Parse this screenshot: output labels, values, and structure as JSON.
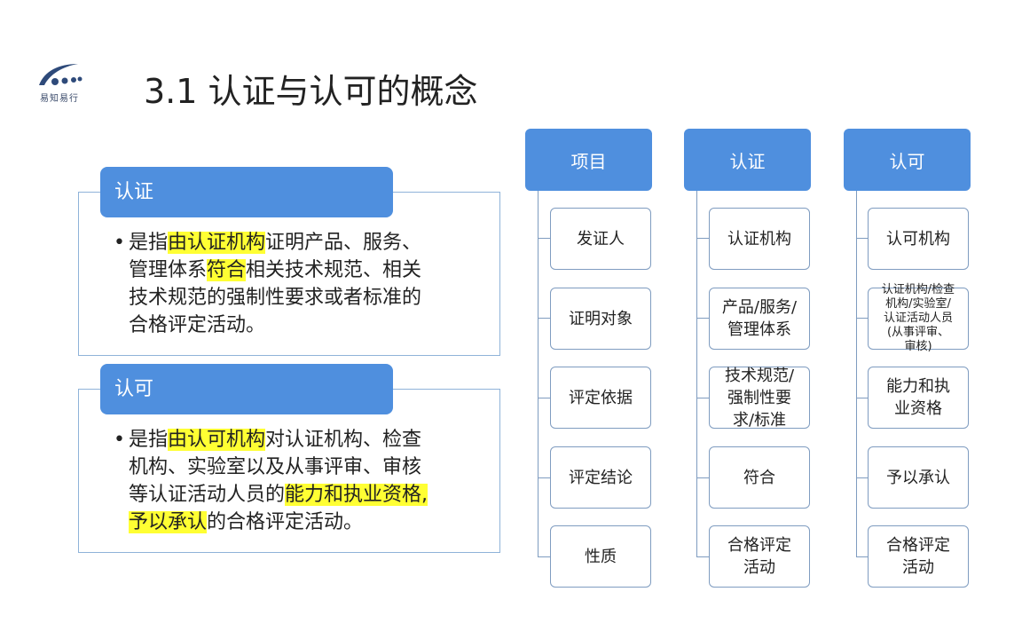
{
  "logo": {
    "text": "易知易行"
  },
  "title": "3.1  认证与认可的概念",
  "definitions": [
    {
      "tag": "认证",
      "lines": [
        [
          {
            "t": "是指"
          },
          {
            "t": "由认证机构",
            "hl": true
          },
          {
            "t": "证明产品、服务、"
          }
        ],
        [
          {
            "t": "管理体系"
          },
          {
            "t": "符合",
            "hl": true
          },
          {
            "t": "相关技术规范、相关"
          }
        ],
        [
          {
            "t": "技术规范的强制性要求或者标准的"
          }
        ],
        [
          {
            "t": "合格评定活动。"
          }
        ]
      ]
    },
    {
      "tag": "认可",
      "lines": [
        [
          {
            "t": "是指"
          },
          {
            "t": "由认可机构",
            "hl": true
          },
          {
            "t": "对认证机构、检查"
          }
        ],
        [
          {
            "t": "机构、实验室以及从事评审、审核"
          }
        ],
        [
          {
            "t": "等认证活动人员的"
          },
          {
            "t": "能力和执业资格,",
            "hl": true
          }
        ],
        [
          {
            "t": "予以承认",
            "hl": true
          },
          {
            "t": "的合格评定活动。"
          }
        ]
      ]
    }
  ],
  "columns": [
    {
      "header": "项目",
      "items": [
        "发证人",
        "证明对象",
        "评定依据",
        "评定结论",
        "性质"
      ]
    },
    {
      "header": "认证",
      "items": [
        "认证机构",
        "产品/服务/\n管理体系",
        "技术规范/\n强制性要\n求/标准",
        "符合",
        "合格评定\n活动"
      ]
    },
    {
      "header": "认可",
      "items": [
        "认可机构",
        "认证机构/检查\n机构/实验室/\n认证活动人员\n(从事评审、\n审核)",
        "能力和执\n业资格",
        "予以承认",
        "合格评定\n活动"
      ]
    }
  ],
  "colors": {
    "accent": "#4f8fde",
    "highlight": "#ffff33",
    "border": "#8fb3d9"
  }
}
